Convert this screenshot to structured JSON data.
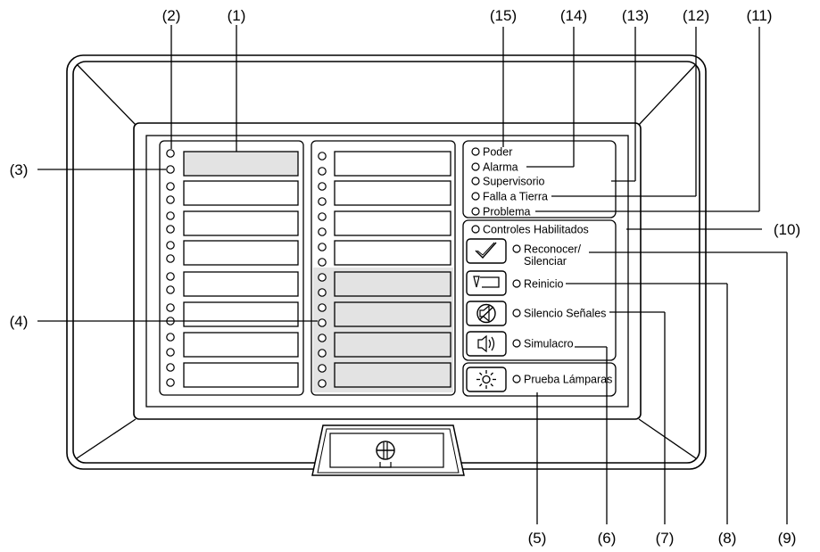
{
  "callouts": {
    "c1": "(1)",
    "c2": "(2)",
    "c3": "(3)",
    "c4": "(4)",
    "c5": "(5)",
    "c6": "(6)",
    "c7": "(7)",
    "c8": "(8)",
    "c9": "(9)",
    "c10": "(10)",
    "c11": "(11)",
    "c12": "(12)",
    "c13": "(13)",
    "c14": "(14)",
    "c15": "(15)"
  },
  "status_leds": {
    "power": "Poder",
    "alarm": "Alarma",
    "supervisory": "Supervisorio",
    "ground_fault": "Falla a Tierra",
    "trouble": "Problema"
  },
  "controls": {
    "enabled": "Controles Habilitados",
    "acknowledge_line1": "Reconocer/",
    "acknowledge_line2": "Silenciar",
    "reset": "Reinicio",
    "signal_silence": "Silencio Señales",
    "drill": "Simulacro",
    "lamp_test": "Prueba Lámparas"
  },
  "icons": {
    "acknowledge": "checkmark-icon",
    "reset": "reset-icon",
    "signal_silence": "silenced-horn-icon",
    "drill": "speaker-icon",
    "lamp_test": "lamp-icon",
    "lock": "lock-icon"
  }
}
